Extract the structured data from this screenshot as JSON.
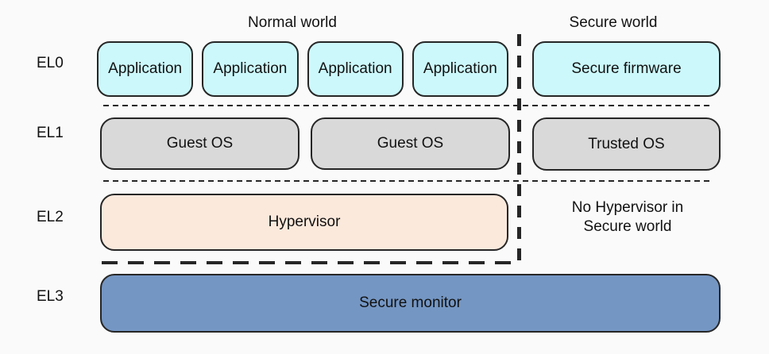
{
  "headers": {
    "normal_world": "Normal world",
    "secure_world": "Secure world"
  },
  "level_labels": [
    "EL0",
    "EL1",
    "EL2",
    "EL3"
  ],
  "normal_world": {
    "applications": [
      "Application",
      "Application",
      "Application",
      "Application"
    ],
    "guest_os": [
      "Guest OS",
      "Guest OS"
    ],
    "hypervisor": "Hypervisor"
  },
  "secure_world": {
    "secure_firmware": "Secure firmware",
    "trusted_os": "Trusted OS",
    "no_hypervisor_note": {
      "line1": "No Hypervisor in",
      "line2": "Secure world"
    }
  },
  "secure_monitor": "Secure monitor",
  "colors": {
    "background": "#fafafa",
    "text": "#111111",
    "border": "#262626",
    "application_fill": "#ccf8fb",
    "os_fill": "#d9d9d9",
    "hypervisor_fill": "#fbe9dc",
    "monitor_fill": "#7496c3"
  }
}
